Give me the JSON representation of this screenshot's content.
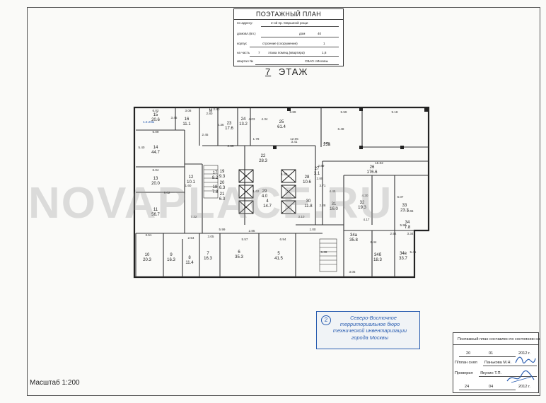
{
  "title_block": {
    "heading": "ПОЭТАЖНЫЙ ПЛАН",
    "address_label": "по адресу:",
    "address_value": "2-ой пр. Марьиной рощи",
    "house_label": "домовл.(вл.)",
    "dom_label": "дом",
    "dom_value": "40",
    "korpus_label": "корпус",
    "stroenie_label": "строение (сооружение)",
    "stroenie_value": "1",
    "part_label": "на часть",
    "part_value": "7",
    "floor_word": "этажа помещ.(квартира)",
    "room_value": "1,8",
    "kvartal_label": "квартал №",
    "district_value": "СВАО г.Москвы"
  },
  "floor": {
    "number": "7",
    "label": "ЭТАЖ"
  },
  "watermark": "NOVAPLACE.RU",
  "stamp": {
    "circle_num": "2",
    "line1": "Северо-Восточное",
    "line2": "территориальное бюро",
    "line3": "технической инвентаризации",
    "line4": "города Москвы"
  },
  "scale_text": "Масштаб 1:200",
  "signoff": {
    "header": "Поэтажный план составлен по состоянию на",
    "d1": "20",
    "m1": "01",
    "y1": "2012 г.",
    "planned_label": "П/план снял",
    "planned_name": "Панькова М.Н.",
    "checked_label": "Проверил",
    "checked_name": "Якунин Т.П.",
    "d2": "24",
    "m2": "04",
    "y2": "2012 г."
  },
  "rooms": [
    {
      "n": "15",
      "a": "20.6"
    },
    {
      "n": "16",
      "a": "11.1"
    },
    {
      "n": "М",
      "a": ""
    },
    {
      "n": "23",
      "a": "17.6"
    },
    {
      "n": "24",
      "a": "13.2"
    },
    {
      "n": "25",
      "a": "61.4"
    },
    {
      "n": "26",
      "a": "176.6"
    },
    {
      "n": "14",
      "a": "44.7"
    },
    {
      "n": "13",
      "a": "20.0"
    },
    {
      "n": "12",
      "a": "10.1"
    },
    {
      "n": "17",
      "a": "8.2"
    },
    {
      "n": "18",
      "a": "7.8"
    },
    {
      "n": "19",
      "a": "9.3"
    },
    {
      "n": "20",
      "a": "6.3"
    },
    {
      "n": "21",
      "a": "6.3"
    },
    {
      "n": "22",
      "a": "28.3"
    },
    {
      "n": "27",
      "a": "3.1"
    },
    {
      "n": "28",
      "a": "10.6"
    },
    {
      "n": "29",
      "a": "4.0"
    },
    {
      "n": "30",
      "a": "11.8"
    },
    {
      "n": "31",
      "a": "16.0"
    },
    {
      "n": "32",
      "a": "19.3"
    },
    {
      "n": "33",
      "a": "23.3"
    },
    {
      "n": "34",
      "a": "7.8"
    },
    {
      "n": "11",
      "a": "56.7"
    },
    {
      "n": "10",
      "a": "20.3"
    },
    {
      "n": "9",
      "a": "16.3"
    },
    {
      "n": "8",
      "a": "11.4"
    },
    {
      "n": "7",
      "a": "16.3"
    },
    {
      "n": "6",
      "a": "35.3"
    },
    {
      "n": "5",
      "a": "41.5"
    },
    {
      "n": "4",
      "a": "14.7"
    },
    {
      "n": "34а",
      "a": "35.8"
    },
    {
      "n": "34б",
      "a": "18.3"
    },
    {
      "n": "34в",
      "a": "33.7"
    },
    {
      "n": "25а",
      "a": ""
    }
  ],
  "dims": [
    "6.02",
    "3.08",
    "2.80",
    "3.46",
    "6.09",
    "5.40",
    "6.04",
    "8.89",
    "5.59",
    "9.18",
    "12.05",
    "6.48",
    "4.03",
    "4.34",
    "6.36",
    "1.78",
    "2.45",
    "2.85",
    "3.41",
    "15.02",
    "4.45",
    "4.30",
    "6.07",
    "9.02",
    "5.99",
    "3.05",
    "2.85",
    "5.57",
    "6.94",
    "3.10",
    "1.60",
    "2.80",
    "2.54",
    "3.51",
    "6.39",
    "6.44",
    "5.41",
    "5.90",
    "3.34",
    "2.65",
    "2.54",
    "4.17",
    "1.62",
    "2.08",
    "2.89",
    "2.85",
    "3.71",
    "2.28",
    "7.32",
    "1.00",
    "3.05",
    "1.62",
    "t=3.20м"
  ]
}
